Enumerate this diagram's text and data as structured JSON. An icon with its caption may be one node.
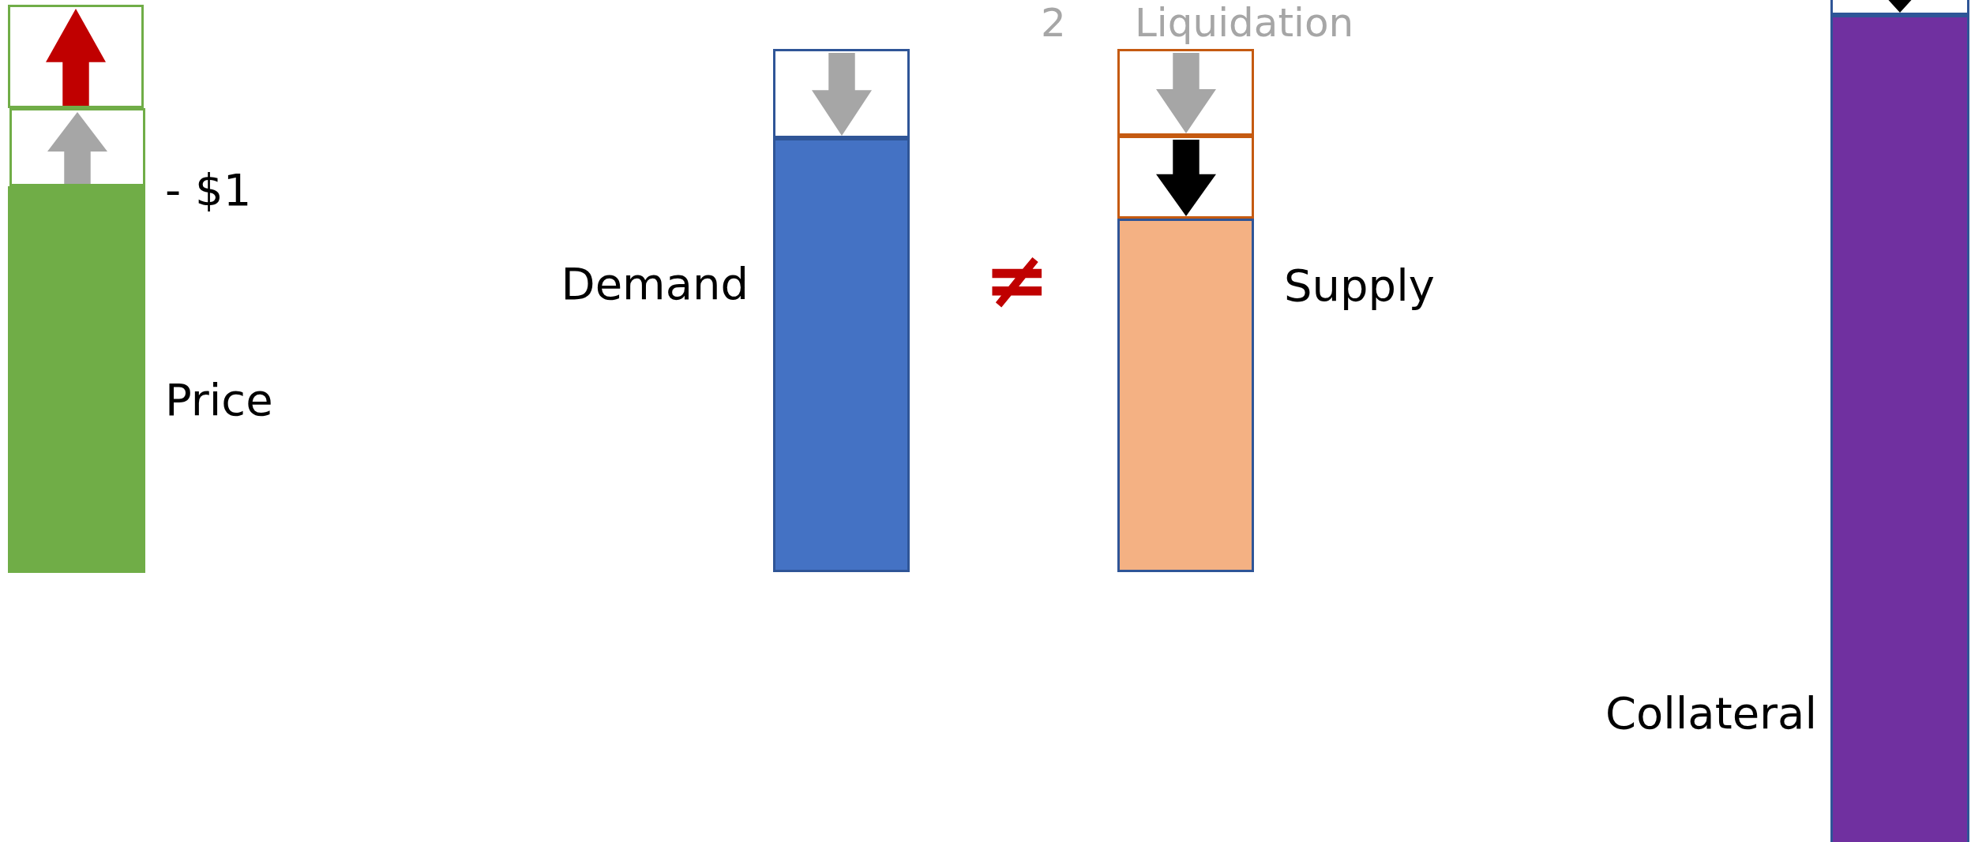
{
  "diagram": {
    "nodes": [
      {
        "text": [],
        "shape": "box"
      },
      {
        "text": [],
        "shape": "box"
      },
      {
        "text": [],
        "shape": "bar",
        "beside": [
          "- $1",
          "Price"
        ]
      },
      {
        "text": [],
        "shape": "box"
      },
      {
        "text": [],
        "shape": "bar",
        "beside": [
          "Demand"
        ]
      },
      {
        "text": [],
        "shape": "box"
      },
      {
        "text": [],
        "shape": "box"
      },
      {
        "text": [],
        "shape": "bar",
        "beside": [
          "Supply"
        ]
      },
      {
        "text": [],
        "shape": "box"
      },
      {
        "text": [],
        "shape": "bar",
        "beside": [
          "Collateral"
        ]
      }
    ],
    "labels": [
      "2",
      "Liquidation",
      "≠"
    ]
  }
}
